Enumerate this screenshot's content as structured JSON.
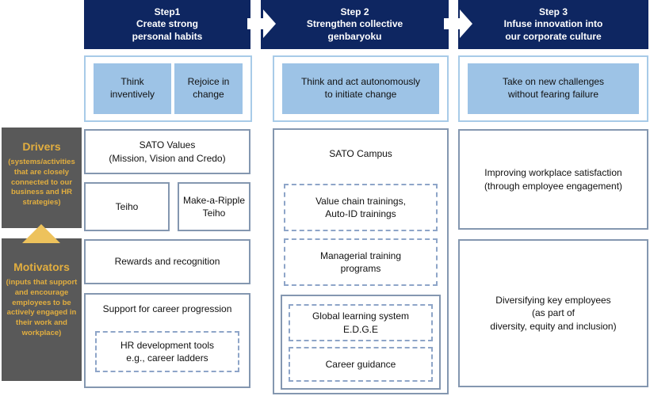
{
  "palette": {
    "header_navy": "#0e2661",
    "behavior_fill_blue": "#9dc3e6",
    "band_border_blue": "#a8cbe8",
    "box_border_blue_gray": "#8497b0",
    "dashed_border_blue_gray": "#8ea5c8",
    "sidebar_gray": "#595959",
    "sidebar_gold_text": "#e2ae3f",
    "triangle_gold": "#edc25c"
  },
  "steps": [
    {
      "title": "Step1\nCreate strong\npersonal habits",
      "behaviors": [
        "Think\ninventively",
        "Rejoice in\nchange"
      ]
    },
    {
      "title": "Step 2\nStrengthen collective\ngenbaryoku",
      "behaviors": [
        "Think and act autonomously\nto initiate change"
      ]
    },
    {
      "title": "Step 3\nInfuse innovation into\nour corporate culture",
      "behaviors": [
        "Take on new challenges\nwithout fearing failure"
      ]
    }
  ],
  "sidebar": {
    "drivers": {
      "title": "Drivers",
      "description": "(systems/activities that are closely connected to our business and HR strategies)"
    },
    "motivators": {
      "title": "Motivators",
      "description": "(inputs that support and encourage employees to be actively engaged in their work and workplace)"
    }
  },
  "column1": {
    "sato_values": "SATO Values\n(Mission, Vision and Credo)",
    "teiho": "Teiho",
    "make_a_ripple_teiho": "Make-a-Ripple\nTeiho",
    "rewards": "Rewards and recognition",
    "career_support": "Support for career progression",
    "hr_tools": "HR development tools\ne.g., career ladders"
  },
  "column2": {
    "campus": "SATO Campus",
    "value_chain": "Value chain trainings,\nAuto-ID trainings",
    "managerial": "Managerial training\nprograms",
    "global_learning": "Global learning system\nE.D.G.E",
    "career_guidance": "Career guidance"
  },
  "column3": {
    "improving": "Improving workplace satisfaction\n(through employee engagement)",
    "diversifying": "Diversifying key employees\n(as part of\ndiversity, equity and inclusion)"
  }
}
